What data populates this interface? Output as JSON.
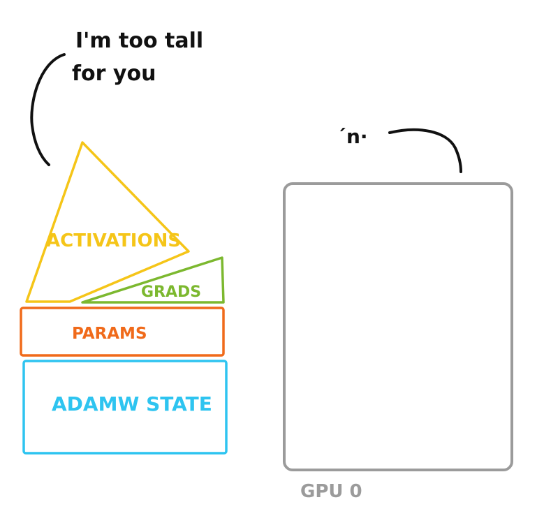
{
  "speech_bubble": {
    "line1": "I'm too tall",
    "line2": "for you"
  },
  "gpu_face": "´n·",
  "gpu_label": "GPU 0",
  "stack": {
    "activations": "ACTIVATIONS",
    "grads": "GRADS",
    "params": "PARAMS",
    "adamw_state": "ADAMW STATE"
  },
  "colors": {
    "activations": "#f5c518",
    "grads": "#7cb82f",
    "params": "#f06a1a",
    "adamw_state": "#2ec4f0",
    "gpu": "#9b9b9b",
    "ink": "#111111"
  }
}
